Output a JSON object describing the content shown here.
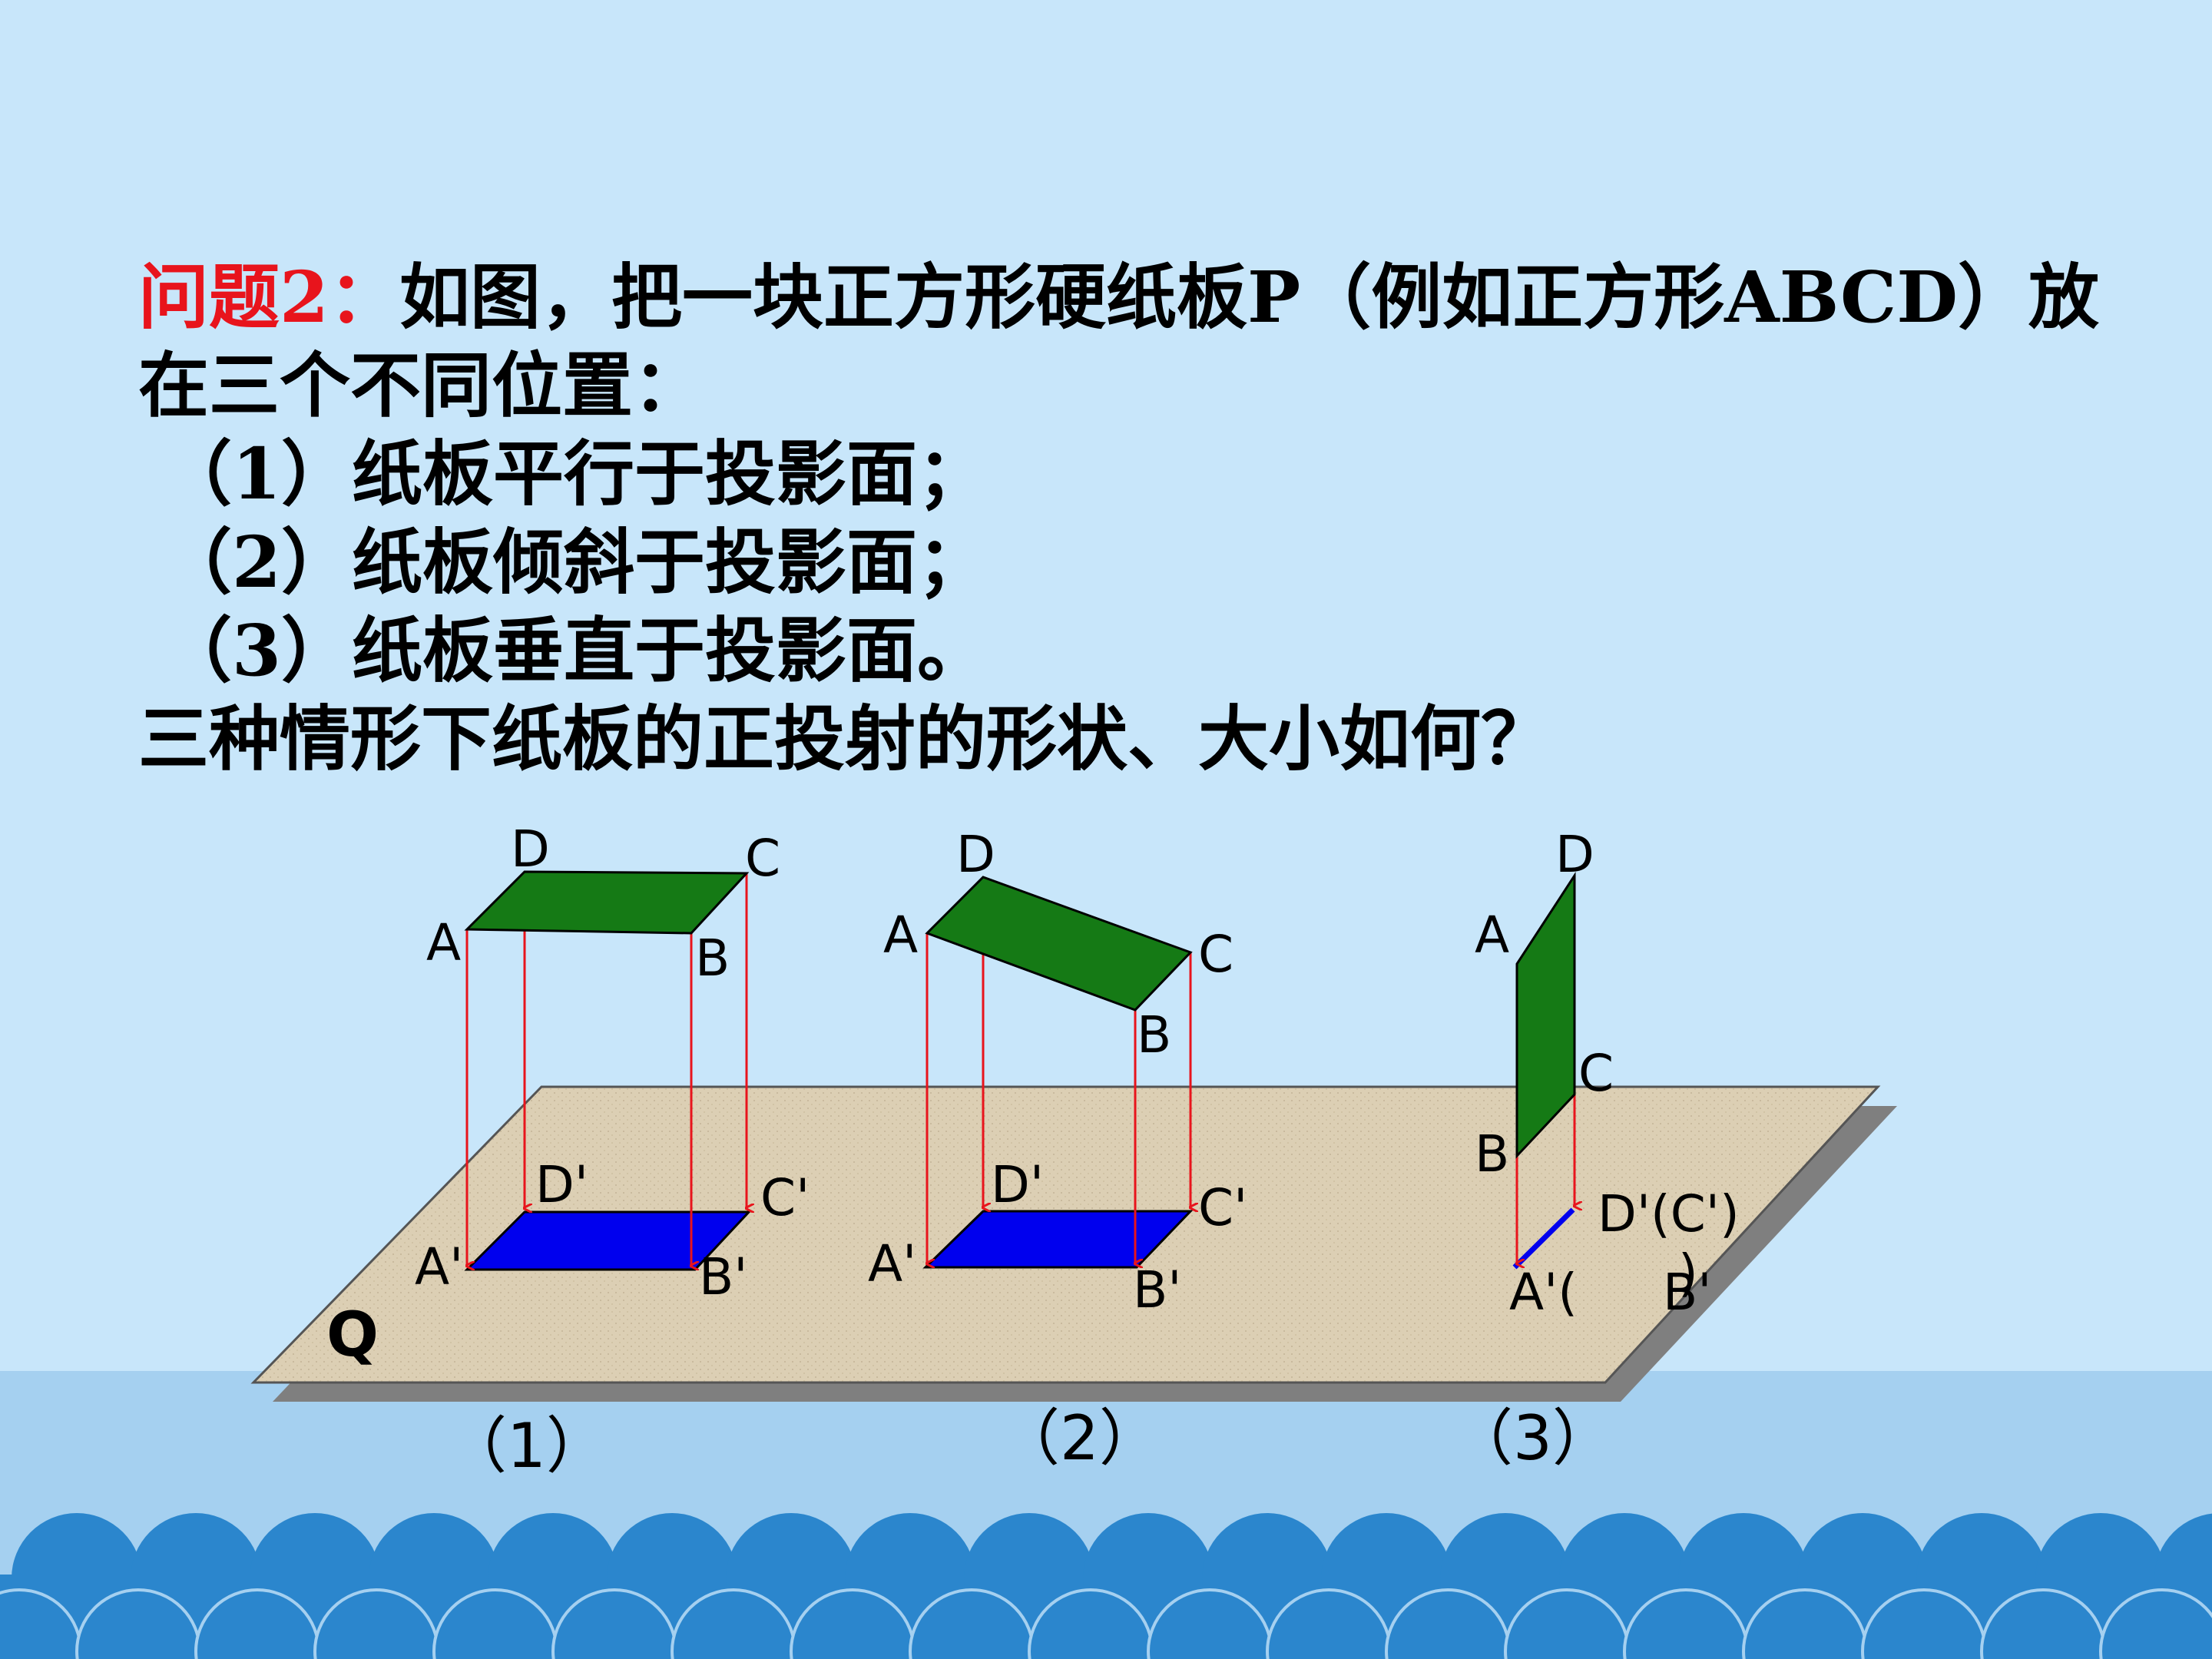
{
  "question": {
    "label": "问题2：",
    "line1": "如图，把一块正方形硬纸板P（例如正方形ABCD）放",
    "line2": "在三个不同位置：",
    "item1": "（1）纸板平行于投影面；",
    "item2": "（2）纸板倾斜于投影面；",
    "item3": "（3）纸板垂直于投影面。",
    "line3": "三种情形下纸板的正投射的形状、大小如何？"
  },
  "plane": {
    "label": "Q"
  },
  "figure1": {
    "caption": "（1）",
    "A": "A",
    "B": "B",
    "C": "C",
    "D": "D",
    "A_proj": "A'",
    "B_proj": "B'",
    "C_proj": "C'",
    "D_proj": "D'"
  },
  "figure2": {
    "caption": "（2）",
    "A": "A",
    "B": "B",
    "C": "C",
    "D": "D",
    "A_proj": "A'",
    "B_proj": "B'",
    "C_proj": "C'",
    "D_proj": "D'"
  },
  "figure3": {
    "caption": "（3）",
    "A": "A",
    "B": "B",
    "C": "C",
    "D": "D",
    "DC_proj": "D'(C')",
    "AB_proj_open": "A'(",
    "AB_proj_close": ")",
    "B_proj": "B'"
  },
  "colors": {
    "background": "#c8e6fa",
    "question_label": "#e8141c",
    "board": "#157a15",
    "projection": "#0000ee",
    "projection_lines": "#e8141c",
    "plane": "#dccfb4",
    "water": "#a5d0f0",
    "waves": "#2b86cd"
  }
}
